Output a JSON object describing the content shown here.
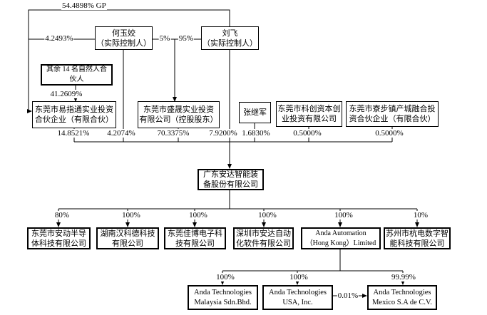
{
  "diagram_type": "equity-ownership-structure",
  "colors": {
    "line": "#000000",
    "box_border": "#000000",
    "background": "#ffffff",
    "text": "#000000"
  },
  "nodes": {
    "heyujiao": "何玉姣\n（实际控制人）",
    "liufei": "刘飞\n（实际控制人）",
    "partners": "其余 14 名自然人合\n伙人",
    "yizhitong": "东莞市易指通实业投资\n合伙企业（有限合伙）",
    "shengsheng": "东莞市盛晟实业投资\n有限公司（控股股东）",
    "zhangjijun": "张继军",
    "kechuang": "东莞市科创资本创\n业投资有限公司",
    "liaobu": "东莞市寮步镇产城融合投\n资合伙企业（有限合伙）",
    "company": "广东安达智能装\n备股份有限公司",
    "andong": "东莞市安动半导\n体科技有限公司",
    "hankede": "湖南汉科德科技\n有限公司",
    "jiabo": "东莞佳博电子科\n技有限公司",
    "szanda": "深圳市安达自动\n化软件有限公司",
    "andahk": "Anda Automation\n（Hong Kong）Limited",
    "suzhou": "苏州市杭电数字智\n能科技有限公司",
    "malaysia": "Anda Technologies\nMalaysia Sdn.Bhd.",
    "usa": "Anda Technologies\nUSA, Inc.",
    "mexico": "Anda Technologies\nMexico S.A de C.V."
  },
  "ownership": {
    "liufei_gp_yizhitong": "54.4898% GP",
    "heyujiao_yizhitong": "4.2493%",
    "heyujiao_shengsheng": "5%",
    "liufei_shengsheng": "95%",
    "partners_yizhitong": "41.2609%",
    "company_shareholders": {
      "yizhitong": "14.8521%",
      "heyujiao": "4.2074%",
      "shengsheng": "70.3375%",
      "liufei": "7.9200%",
      "zhangjijun": "1.6830%",
      "kechuang": "0.5000%",
      "liaobu": "0.5000%"
    },
    "subsidiaries": {
      "andong": "80%",
      "hankede": "100%",
      "jiabo": "100%",
      "szanda": "100%",
      "andahk": "100%",
      "suzhou": "10%"
    },
    "andahk_holdings": {
      "malaysia": "100%",
      "usa": "100%",
      "mexico": "99.99%"
    },
    "usa_mexico": "0.01%"
  }
}
